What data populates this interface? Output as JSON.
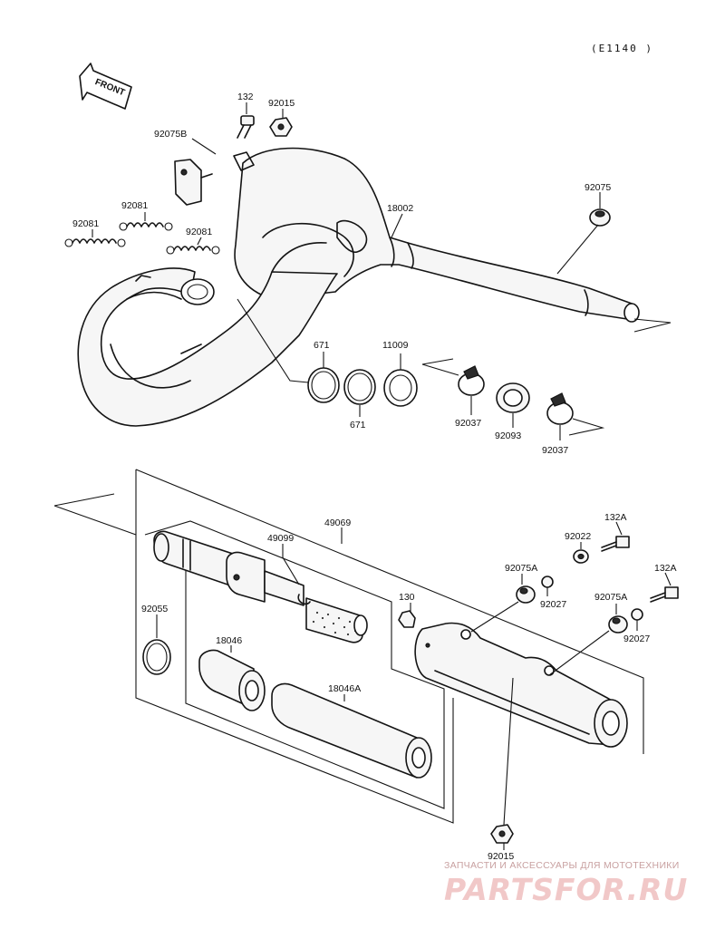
{
  "diagram_code": "(E1140 )",
  "front_label": "FRONT",
  "parts": {
    "p132": "132",
    "p92015_top": "92015",
    "p92075B": "92075B",
    "p92081_a": "92081",
    "p92081_b": "92081",
    "p92081_c": "92081",
    "p18002": "18002",
    "p92075": "92075",
    "p671_a": "671",
    "p11009": "11009",
    "p671_b": "671",
    "p92037_a": "92037",
    "p92093": "92093",
    "p92037_b": "92037",
    "p49069": "49069",
    "p49099": "49099",
    "p92022": "92022",
    "p132A_a": "132A",
    "p92075A_a": "92075A",
    "p132A_b": "132A",
    "p130": "130",
    "p92027_a": "92027",
    "p92075A_b": "92075A",
    "p92055": "92055",
    "p18046": "18046",
    "p92027_b": "92027",
    "p18046A": "18046A",
    "p92015_bottom": "92015"
  },
  "watermark": {
    "tagline": "ЗАПЧАСТИ И АКСЕССУАРЫ ДЛЯ МОТОТЕХНИКИ",
    "brand": "PARTSFOR.RU"
  }
}
